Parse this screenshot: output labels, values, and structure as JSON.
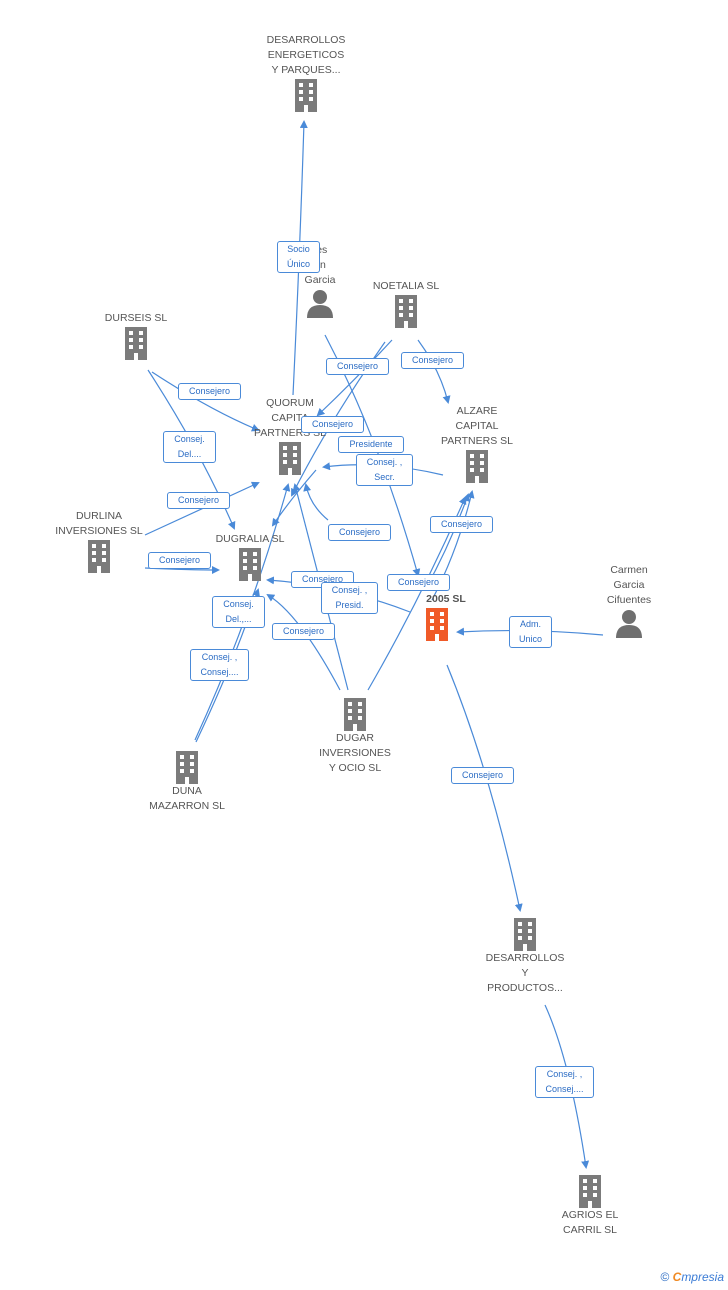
{
  "colors": {
    "edge": "#4a8ad8",
    "building": "#7b7b7b",
    "person": "#6f6f6f",
    "focus_building": "#f05a28",
    "label_text": "#555555",
    "edge_label_text": "#2b6cc4"
  },
  "nodes": [
    {
      "id": "desarrollos_energeticos",
      "kind": "company",
      "icon": "building-icon",
      "label": "DESARROLLOS\nENERGETICOS\nY PARQUES..."
    },
    {
      "id": "person_partial",
      "kind": "person",
      "icon": "person-icon",
      "label": "res\nan\nGarcia"
    },
    {
      "id": "noetalia",
      "kind": "company",
      "icon": "building-icon",
      "label": "NOETALIA SL"
    },
    {
      "id": "durseis",
      "kind": "company",
      "icon": "building-icon",
      "label": "DURSEIS SL"
    },
    {
      "id": "alzare",
      "kind": "company",
      "icon": "building-icon",
      "label": "ALZARE\nCAPITAL\nPARTNERS SL"
    },
    {
      "id": "quorum",
      "kind": "company",
      "icon": "building-icon",
      "label": "QUORUM\nCAPITA\nPARTNERS SL"
    },
    {
      "id": "durlina",
      "kind": "company",
      "icon": "building-icon",
      "label": "DURLINA\nINVERSIONES SL"
    },
    {
      "id": "dugralia",
      "kind": "company",
      "icon": "building-icon",
      "label": "DUGRALIA SL"
    },
    {
      "id": "focus",
      "kind": "company",
      "icon": "building-icon",
      "label": "A\n2005 SL",
      "focus": true
    },
    {
      "id": "carmen",
      "kind": "person",
      "icon": "person-icon",
      "label": "Carmen\nGarcia\nCifuentes"
    },
    {
      "id": "dugar",
      "kind": "company",
      "icon": "building-icon",
      "label": "DUGAR\nINVERSIONES\nY OCIO SL"
    },
    {
      "id": "duna",
      "kind": "company",
      "icon": "building-icon",
      "label": "DUNA\nMAZARRON SL"
    },
    {
      "id": "desarrollos_productos",
      "kind": "company",
      "icon": "building-icon",
      "label": "DESARROLLOS\nY\nPRODUCTOS..."
    },
    {
      "id": "agrios",
      "kind": "company",
      "icon": "building-icon",
      "label": "AGRIOS EL\nCARRIL SL"
    }
  ],
  "edge_labels": [
    {
      "id": "socio_unico",
      "text": "Socio\nÚnico"
    },
    {
      "id": "consejero_noetalia_quorum",
      "text": "Consejero"
    },
    {
      "id": "consejero_noetalia_alzare",
      "text": "Consejero"
    },
    {
      "id": "consejero_durseis_quorum",
      "text": "Consejero"
    },
    {
      "id": "consejero_quorum_top",
      "text": "Consejero"
    },
    {
      "id": "presidente",
      "text": "Presidente"
    },
    {
      "id": "consej_del_durseis",
      "text": "Consej.\nDel...."
    },
    {
      "id": "consej_secr",
      "text": "Consej. ,\nSecr."
    },
    {
      "id": "consejero_durlina_quorum",
      "text": "Consejero"
    },
    {
      "id": "consejero_alzare",
      "text": "Consejero"
    },
    {
      "id": "consejero_dugar_quorum",
      "text": "Consejero"
    },
    {
      "id": "consejero_durlina_dugralia",
      "text": "Consejero"
    },
    {
      "id": "consejero_focus_dugralia",
      "text": "Consejero"
    },
    {
      "id": "consejero_person_focus",
      "text": "Consejero"
    },
    {
      "id": "consej_presid",
      "text": "Consej. ,\nPresid."
    },
    {
      "id": "adm_unico",
      "text": "Adm.\nUnico"
    },
    {
      "id": "consej_del_dugralia",
      "text": "Consej.\nDel.,..."
    },
    {
      "id": "consejero_dugar_dugralia",
      "text": "Consejero"
    },
    {
      "id": "consej_consej_duna",
      "text": "Consej. ,\nConsej...."
    },
    {
      "id": "consejero_focus_desarrollos",
      "text": "Consejero"
    },
    {
      "id": "consej_consej_agrios",
      "text": "Consej. ,\nConsej...."
    }
  ],
  "footer": {
    "copyright": "©",
    "brand_first": "C",
    "brand_rest": "mpresia"
  }
}
